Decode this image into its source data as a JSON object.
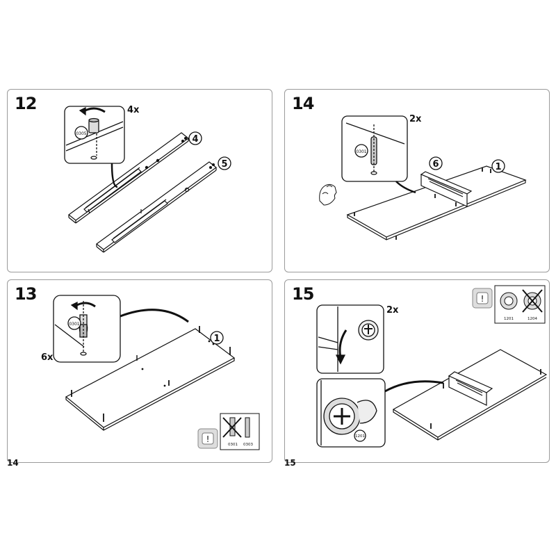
{
  "pages": {
    "left": "14",
    "right": "15"
  },
  "steps": {
    "s12": {
      "number": "12",
      "qty": "4x",
      "part_code": "0305",
      "panel_a": "4",
      "panel_b": "5"
    },
    "s13": {
      "number": "13",
      "qty": "6x",
      "part_code": "0301",
      "panel": "1",
      "ok_code": "0303",
      "wrong_code": "0301"
    },
    "s14": {
      "number": "14",
      "qty": "2x",
      "part_code": "0301",
      "panel_a": "6",
      "panel_b": "1"
    },
    "s15": {
      "number": "15",
      "qty": "2x",
      "part_code": "1201",
      "ok_code": "1201",
      "wrong_code": "1204"
    }
  },
  "icons": {
    "caution": "exclamation-icon"
  }
}
